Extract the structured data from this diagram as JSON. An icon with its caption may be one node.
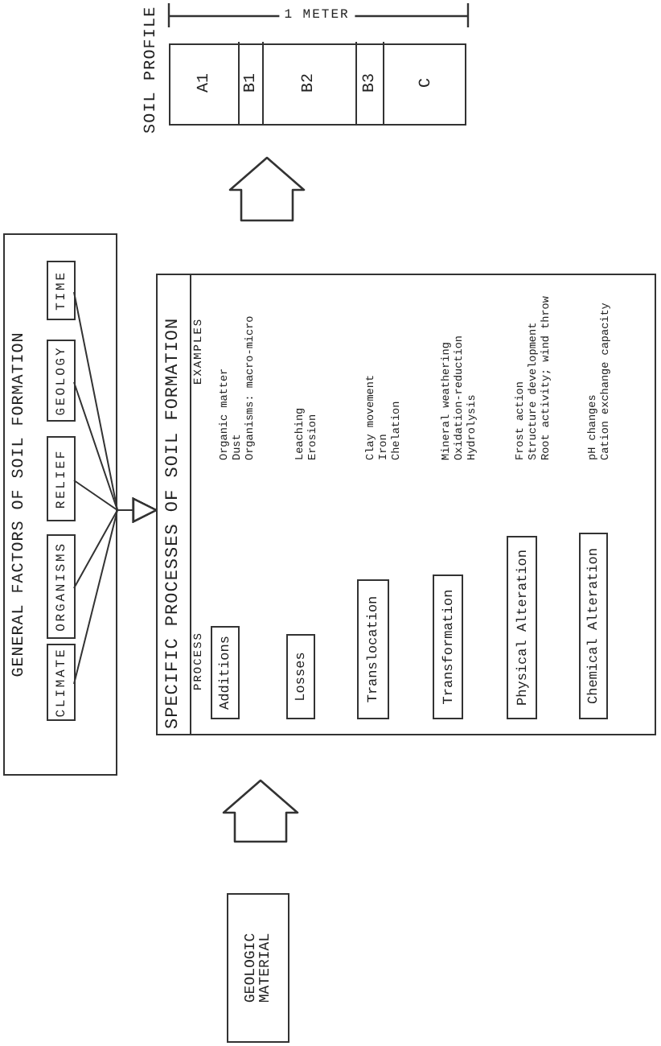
{
  "diagram": {
    "nodes": [
      {
        "text": [
          "SOIL PROFILE"
        ]
      },
      {
        "text": [
          "A1"
        ],
        "in": 0
      },
      {
        "text": [
          "B1"
        ],
        "in": 0
      },
      {
        "text": [
          "B2"
        ],
        "in": 0
      },
      {
        "text": [
          "B3"
        ],
        "in": 0
      },
      {
        "text": [
          "C"
        ],
        "in": 0
      },
      {
        "text": [
          "GENERAL FACTORS OF SOIL FORMATION"
        ]
      },
      {
        "text": [
          "CLIMATE"
        ],
        "in": 6
      },
      {
        "text": [
          "ORGANISMS"
        ],
        "in": 6
      },
      {
        "text": [
          "RELIEF"
        ],
        "in": 6
      },
      {
        "text": [
          "GEOLOGY"
        ],
        "in": 6
      },
      {
        "text": [
          "TIME"
        ],
        "in": 6
      },
      {
        "text": [
          "SPECIFIC PROCESSES OF SOIL FORMATION"
        ]
      },
      {
        "text": [
          "Additions"
        ],
        "in": 12,
        "beside": [
          "Organic matter",
          "Dust",
          "Organisms: macro-micro"
        ]
      },
      {
        "text": [
          "Losses"
        ],
        "in": 12,
        "beside": [
          "Leaching",
          "Erosion"
        ]
      },
      {
        "text": [
          "Translocation"
        ],
        "in": 12,
        "beside": [
          "Clay movement",
          "Iron",
          "Chelation"
        ]
      },
      {
        "text": [
          "Transformation"
        ],
        "in": 12,
        "beside": [
          "Mineral weathering",
          "Oxidation-reduction",
          "Hydrolysis"
        ]
      },
      {
        "text": [
          "Physical Alteration"
        ],
        "in": 12,
        "beside": [
          "Frost action",
          "Structure development",
          "Root activity; wind throw"
        ]
      },
      {
        "text": [
          "Chemical Alteration"
        ],
        "in": 12,
        "beside": [
          "pH changes",
          "Cation exchange capacity"
        ]
      },
      {
        "text": [
          "GEOLOGIC MATERIAL"
        ]
      }
    ],
    "edges": [
      {
        "from": 7,
        "to": 12,
        "arrow": "to"
      },
      {
        "from": 8,
        "to": 12,
        "arrow": "to"
      },
      {
        "from": 9,
        "to": 12,
        "arrow": "to"
      },
      {
        "from": 10,
        "to": 12,
        "arrow": "to"
      },
      {
        "from": 11,
        "to": 12,
        "arrow": "to"
      },
      {
        "from": 19,
        "to": 12,
        "arrow": "to",
        "style": "thick"
      },
      {
        "from": 12,
        "to": 0,
        "arrow": "to",
        "style": "thick"
      }
    ],
    "labels": [
      "1 METER",
      "PROCESS",
      "EXAMPLES"
    ]
  }
}
